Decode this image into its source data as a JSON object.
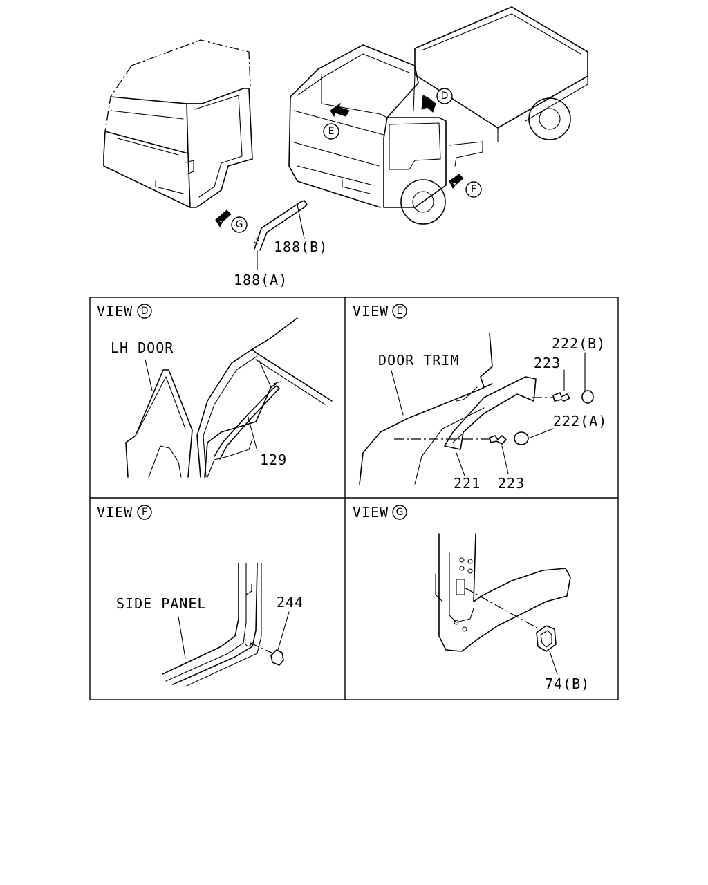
{
  "callouts": {
    "d": "D",
    "e": "E",
    "f": "F",
    "g": "G"
  },
  "parts": {
    "p188a": "188(A)",
    "p188b": "188(B)",
    "p129": "129",
    "p221": "221",
    "p222a": "222(A)",
    "p222b": "222(B)",
    "p223_top": "223",
    "p223_bottom": "223",
    "p244": "244",
    "p74b": "74(B)"
  },
  "views": {
    "d": {
      "prefix": "VIEW",
      "letter": "D",
      "note": "LH DOOR"
    },
    "e": {
      "prefix": "VIEW",
      "letter": "E",
      "note": "DOOR TRIM"
    },
    "f": {
      "prefix": "VIEW",
      "letter": "F",
      "note": "SIDE PANEL"
    },
    "g": {
      "prefix": "VIEW",
      "letter": "G"
    }
  }
}
